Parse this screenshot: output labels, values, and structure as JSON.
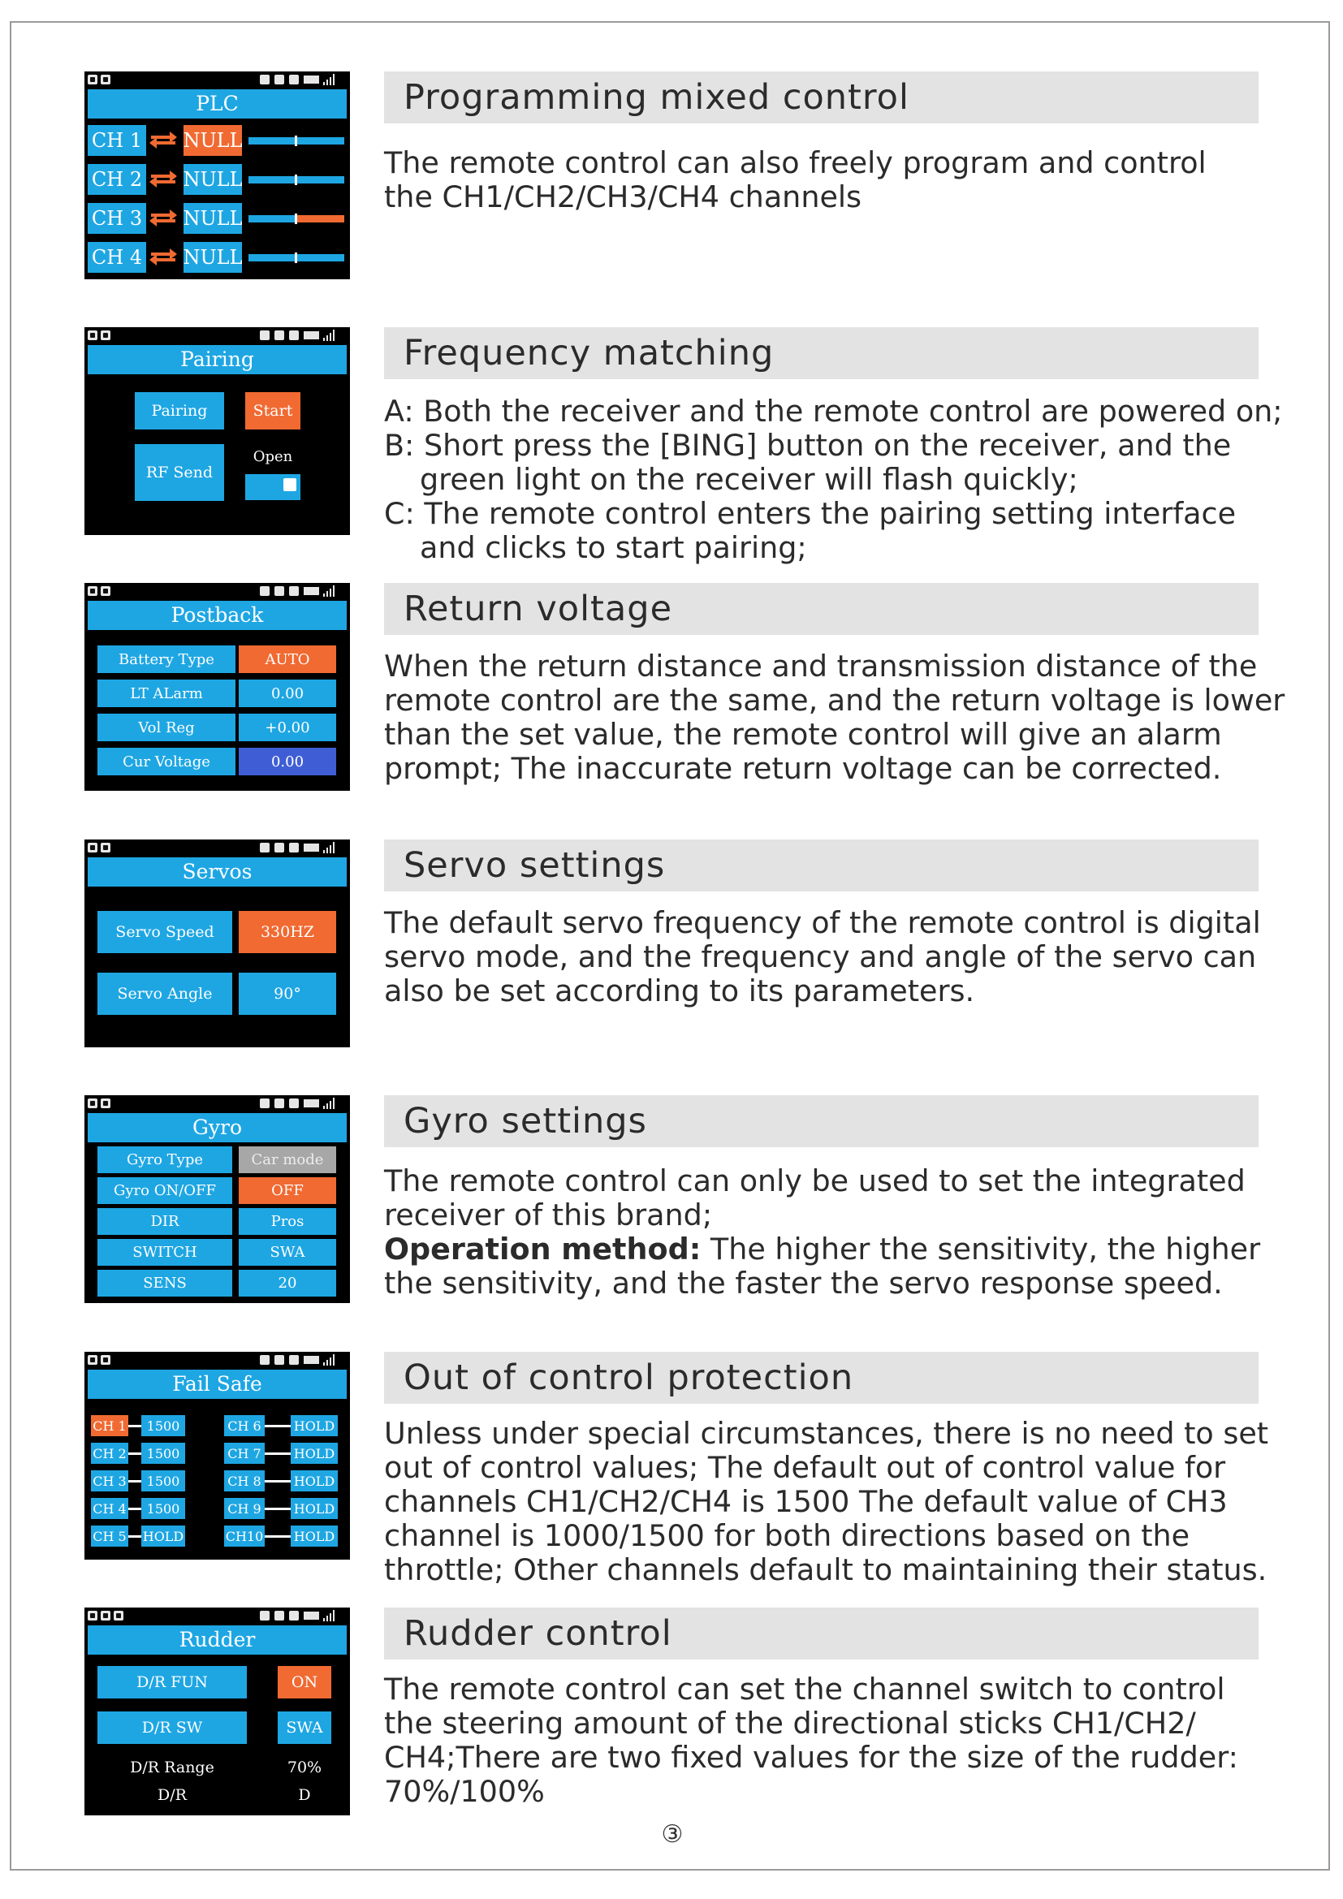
{
  "page_number": "③",
  "sections": {
    "plc": {
      "title": "Programming mixed control",
      "body": "The remote control can also freely program and control the CH1/CH2/CH3/CH4 channels",
      "screen": {
        "title": "PLC",
        "rows": [
          {
            "channel": "CH 1",
            "value": "NULL",
            "highlight": true
          },
          {
            "channel": "CH 2",
            "value": "NULL",
            "highlight": false
          },
          {
            "channel": "CH 3",
            "value": "NULL",
            "highlight": false
          },
          {
            "channel": "CH 4",
            "value": "NULL",
            "highlight": false
          }
        ]
      }
    },
    "pairing": {
      "title": "Frequency matching",
      "lines": {
        "a": "A: Both the receiver and the remote control are powered on;",
        "b1": "B: Short press the [BING] button on the receiver, and the",
        "b2": "green light on the receiver will flash quickly;",
        "c1": "C: The remote control enters the pairing setting interface",
        "c2": "and clicks to start pairing;"
      },
      "screen": {
        "title": "Pairing",
        "pairing_label": "Pairing",
        "start_label": "Start",
        "rf_send_label": "RF Send",
        "open_label": "Open"
      }
    },
    "postback": {
      "title": "Return voltage",
      "body": "When the return distance and transmission distance of the remote control are the same, and the return voltage is lower than the set value, the remote control will give an alarm prompt; The inaccurate return voltage can be corrected.",
      "screen": {
        "title": "Postback",
        "rows": [
          {
            "label": "Battery Type",
            "value": "AUTO"
          },
          {
            "label": "LT ALarm",
            "value": "0.00"
          },
          {
            "label": "Vol Reg",
            "value": "+0.00"
          },
          {
            "label": "Cur Voltage",
            "value": "0.00"
          }
        ]
      }
    },
    "servos": {
      "title": "Servo settings",
      "body": "The default servo frequency of the remote control is digital servo mode, and the frequency and angle of the servo can also be set according to its parameters.",
      "screen": {
        "title": "Servos",
        "rows": [
          {
            "label": "Servo Speed",
            "value": "330HZ"
          },
          {
            "label": "Servo Angle",
            "value": "90°"
          }
        ]
      }
    },
    "gyro": {
      "title": "Gyro settings",
      "body_plain": "The remote control can only be used to set the integrated receiver of this brand;",
      "method_label": "Operation method:",
      "method_text": " The higher the sensitivity, the higher the sensitivity, and the faster the servo response speed.",
      "screen": {
        "title": "Gyro",
        "rows": [
          {
            "label": "Gyro Type",
            "value": "Car mode"
          },
          {
            "label": "Gyro ON/OFF",
            "value": "OFF"
          },
          {
            "label": "DIR",
            "value": "Pros"
          },
          {
            "label": "SWITCH",
            "value": "SWA"
          },
          {
            "label": "SENS",
            "value": "20"
          }
        ]
      }
    },
    "failsafe": {
      "title": "Out of control protection",
      "body": "Unless under special circumstances, there is no need to set out of control values; The default out of control value for channels CH1/CH2/CH4 is 1500 The default value of CH3 channel is 1000/1500 for both directions based on the throttle; Other channels default to maintaining their status.",
      "screen": {
        "title": "Fail Safe",
        "left": [
          {
            "channel": "CH 1",
            "value": "1500"
          },
          {
            "channel": "CH 2",
            "value": "1500"
          },
          {
            "channel": "CH 3",
            "value": "1500"
          },
          {
            "channel": "CH 4",
            "value": "1500"
          },
          {
            "channel": "CH 5",
            "value": "HOLD"
          }
        ],
        "right": [
          {
            "channel": "CH 6",
            "value": "HOLD"
          },
          {
            "channel": "CH 7",
            "value": "HOLD"
          },
          {
            "channel": "CH 8",
            "value": "HOLD"
          },
          {
            "channel": "CH 9",
            "value": "HOLD"
          },
          {
            "channel": "CH10",
            "value": "HOLD"
          }
        ]
      }
    },
    "rudder": {
      "title": "Rudder control",
      "body": "The remote control can set the channel switch to control the steering amount of the directional sticks CH1/CH2/ CH4;There are two fixed values for the size of the rudder: 70%/100%",
      "screen": {
        "title": "Rudder",
        "fun_label": "D/R FUN",
        "fun_value": "ON",
        "sw_label": "D/R SW",
        "sw_value": "SWA",
        "range_label": "D/R Range",
        "range_value": "70%",
        "dr_label": "D/R",
        "dr_value": "D"
      }
    }
  },
  "colors": {
    "screen_blue": "#1ea6e3",
    "screen_orange": "#f06a32",
    "screen_indigo": "#3f5ed6",
    "header_grey": "#e3e3e3"
  }
}
